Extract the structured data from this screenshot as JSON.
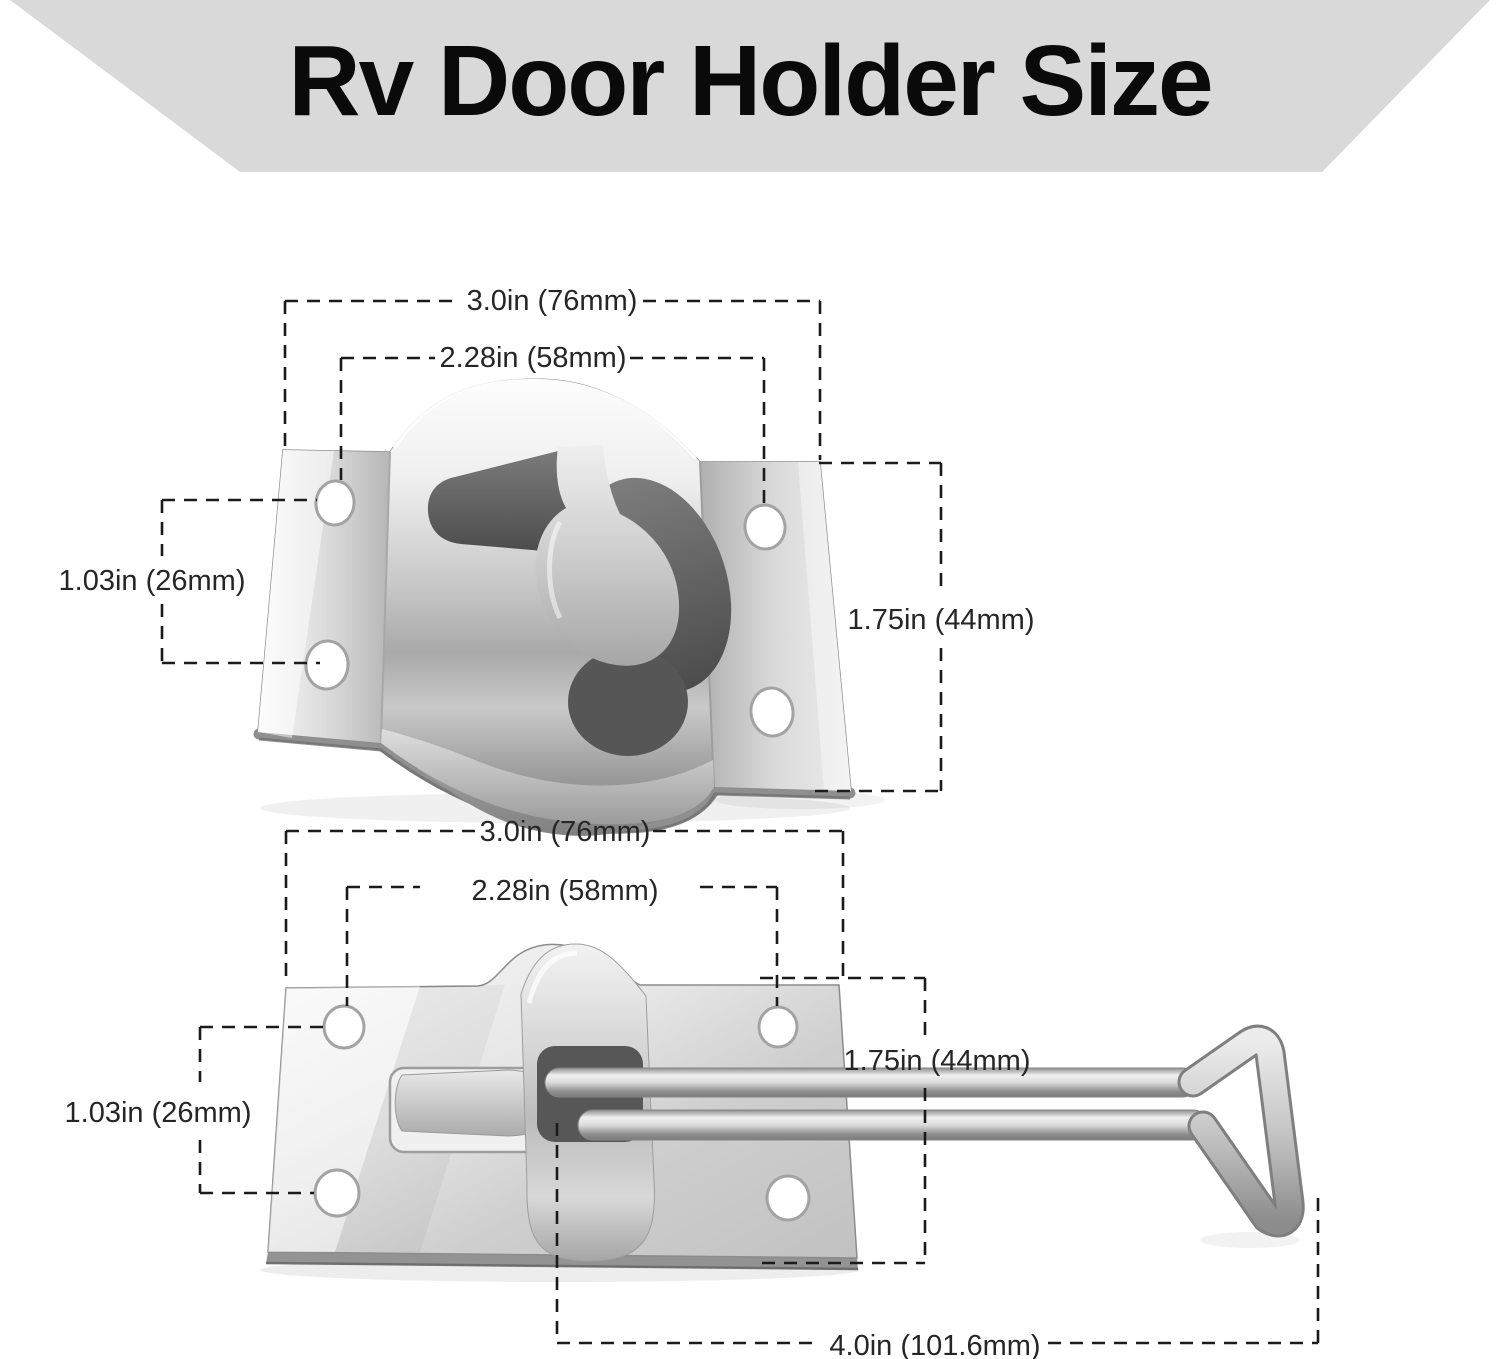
{
  "title": "Rv Door Holder Size",
  "banner": {
    "background": "#d9d9d9",
    "text_color": "#0a0a0a"
  },
  "colors": {
    "page_background": "#ffffff",
    "dimension_line": "#1b1b1b",
    "dimension_text": "#262626",
    "metal_light": "#f5f5f5",
    "metal_mid": "#c6c6c6",
    "metal_dark": "#8e8e8e",
    "cutout_shadow": "#4f4f4f"
  },
  "diagrams": {
    "bracket": {
      "name": "T-style RV door holder catch bracket (mounting plate with T-slot)",
      "dims": {
        "width": "3.0in (76mm)",
        "hole_span": "2.28in (58mm)",
        "hole_offset": "1.03in (26mm)",
        "height": "1.75in (44mm)"
      }
    },
    "holder": {
      "name": "RV door holder plate with T-hook rod",
      "dims": {
        "width": "3.0in (76mm)",
        "hole_span": "2.28in (58mm)",
        "hole_offset": "1.03in (26mm)",
        "height": "1.75in (44mm)",
        "length": "4.0in (101.6mm)"
      }
    }
  }
}
